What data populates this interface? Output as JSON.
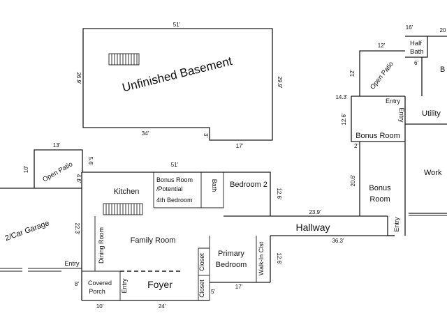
{
  "rooms": {
    "basement": "Unfinished Basement",
    "garage": "2/Car Garage",
    "open_patio_left": "Open Patio",
    "kitchen": "Kitchen",
    "bonus_room_potential_1": "Bonus Room",
    "bonus_room_potential_2": "/Potential",
    "bonus_room_potential_3": "4th Bedroom",
    "bath": "Bath",
    "bedroom2": "Bedroom 2",
    "family_room": "Family Room",
    "dining_room": "Dining Room",
    "covered_porch_1": "Covered",
    "covered_porch_2": "Porch",
    "foyer": "Foyer",
    "closet_1": "Closet",
    "closet_2": "Closet",
    "primary_bedroom_1": "Primary",
    "primary_bedroom_2": "Bedroom",
    "walk_in_closet": "Walk-In Clst",
    "hallway": "Hallway",
    "bonus_room_upper": "Bonus Room",
    "bonus_room_lower_1": "Bonus",
    "bonus_room_lower_2": "Room",
    "open_patio_right": "Open Patio",
    "half_bath_1": "Half",
    "half_bath_2": "Bath",
    "utility": "Utility",
    "workshop_partial": "Work",
    "bedroom_partial": "B"
  },
  "labels": {
    "entry_left": "Entry",
    "entry_foyer": "Entry",
    "entry_right_top": "Entry",
    "entry_right_vertical": "Entry",
    "entry_right_bottom": "Entry"
  },
  "dimensions": {
    "basement_top": "51'",
    "basement_left": "26.9'",
    "basement_right": "29.9'",
    "basement_bottom_left": "34'",
    "basement_step": "3'",
    "basement_bottom_right": "17'",
    "patio_left_top": "13'",
    "patio_left_left": "10'",
    "patio_left_right": "5.6'",
    "patio_left_lower": "4.6'",
    "main_top": "51'",
    "bedroom2_right": "12.6'",
    "hallway_top": "23.9'",
    "hallway_bottom": "36.3'",
    "left_wall": "22.3'",
    "porch_left": "8'",
    "porch_bottom": "10'",
    "foyer_bottom": "24'",
    "closet_bottom": "5'",
    "primary_bottom": "17'",
    "primary_right": "12.6'",
    "upper_bonus_left": "12.6'",
    "upper_bonus_top": "14.3'",
    "upper_bonus_bottom": "2'",
    "lower_bonus_left": "20.6'",
    "patio_right_top": "12'",
    "patio_right_left": "12'",
    "half_bath_top": "16'",
    "half_bath_bottom": "6'",
    "far_right_top": "20"
  }
}
